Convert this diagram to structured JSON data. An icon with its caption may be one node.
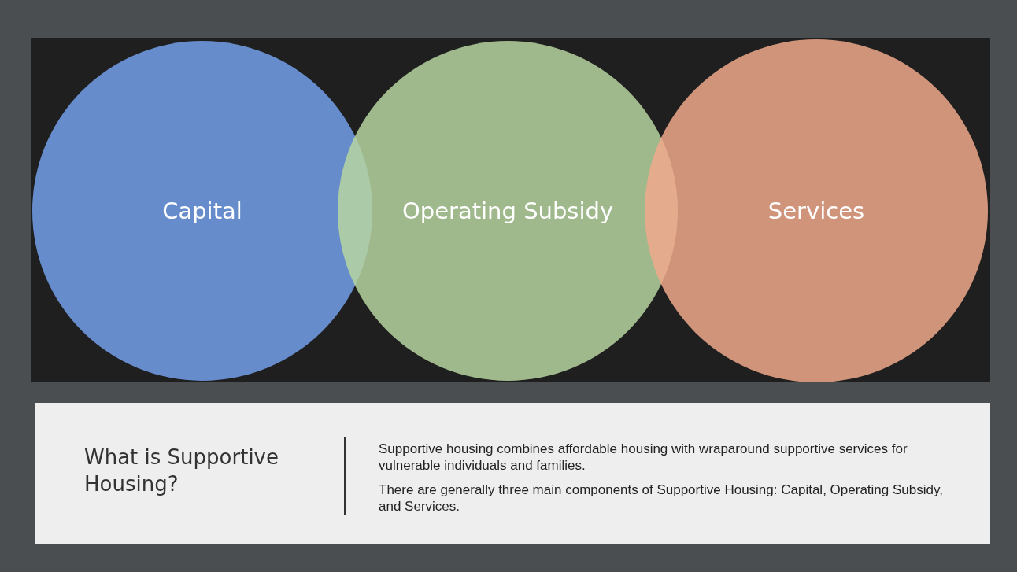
{
  "diagram": {
    "nodes": [
      {
        "text": [
          "Capital"
        ]
      },
      {
        "text": [
          "Operating Subsidy"
        ]
      },
      {
        "text": [
          "Services"
        ]
      },
      {
        "text": [
          "What is Supportive Housing?",
          "Supportive housing combines affordable housing with wraparound supportive services for vulnerable individuals and families.",
          "There are generally three main components of Supportive Housing:  Capital, Operating Subsidy, and Services."
        ]
      }
    ]
  }
}
